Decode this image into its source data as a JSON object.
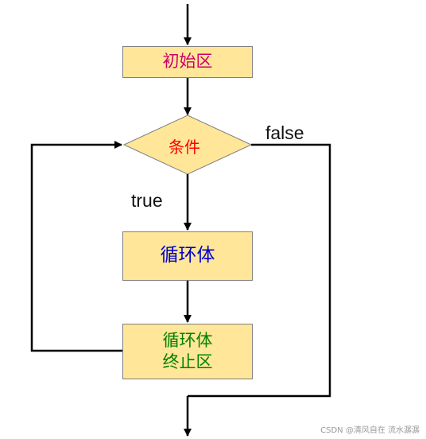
{
  "nodes": {
    "init": {
      "text": "初始区",
      "color": "#cc0066"
    },
    "condition": {
      "text": "条件",
      "color": "#ff0000"
    },
    "body": {
      "text": "循环体",
      "color": "#0000cc"
    },
    "update": {
      "line1": "循环体",
      "line2": "终止区",
      "color": "#008000"
    }
  },
  "edges": {
    "true_label": "true",
    "false_label": "false"
  },
  "watermark": "CSDN @清风自在 流水潺潺"
}
